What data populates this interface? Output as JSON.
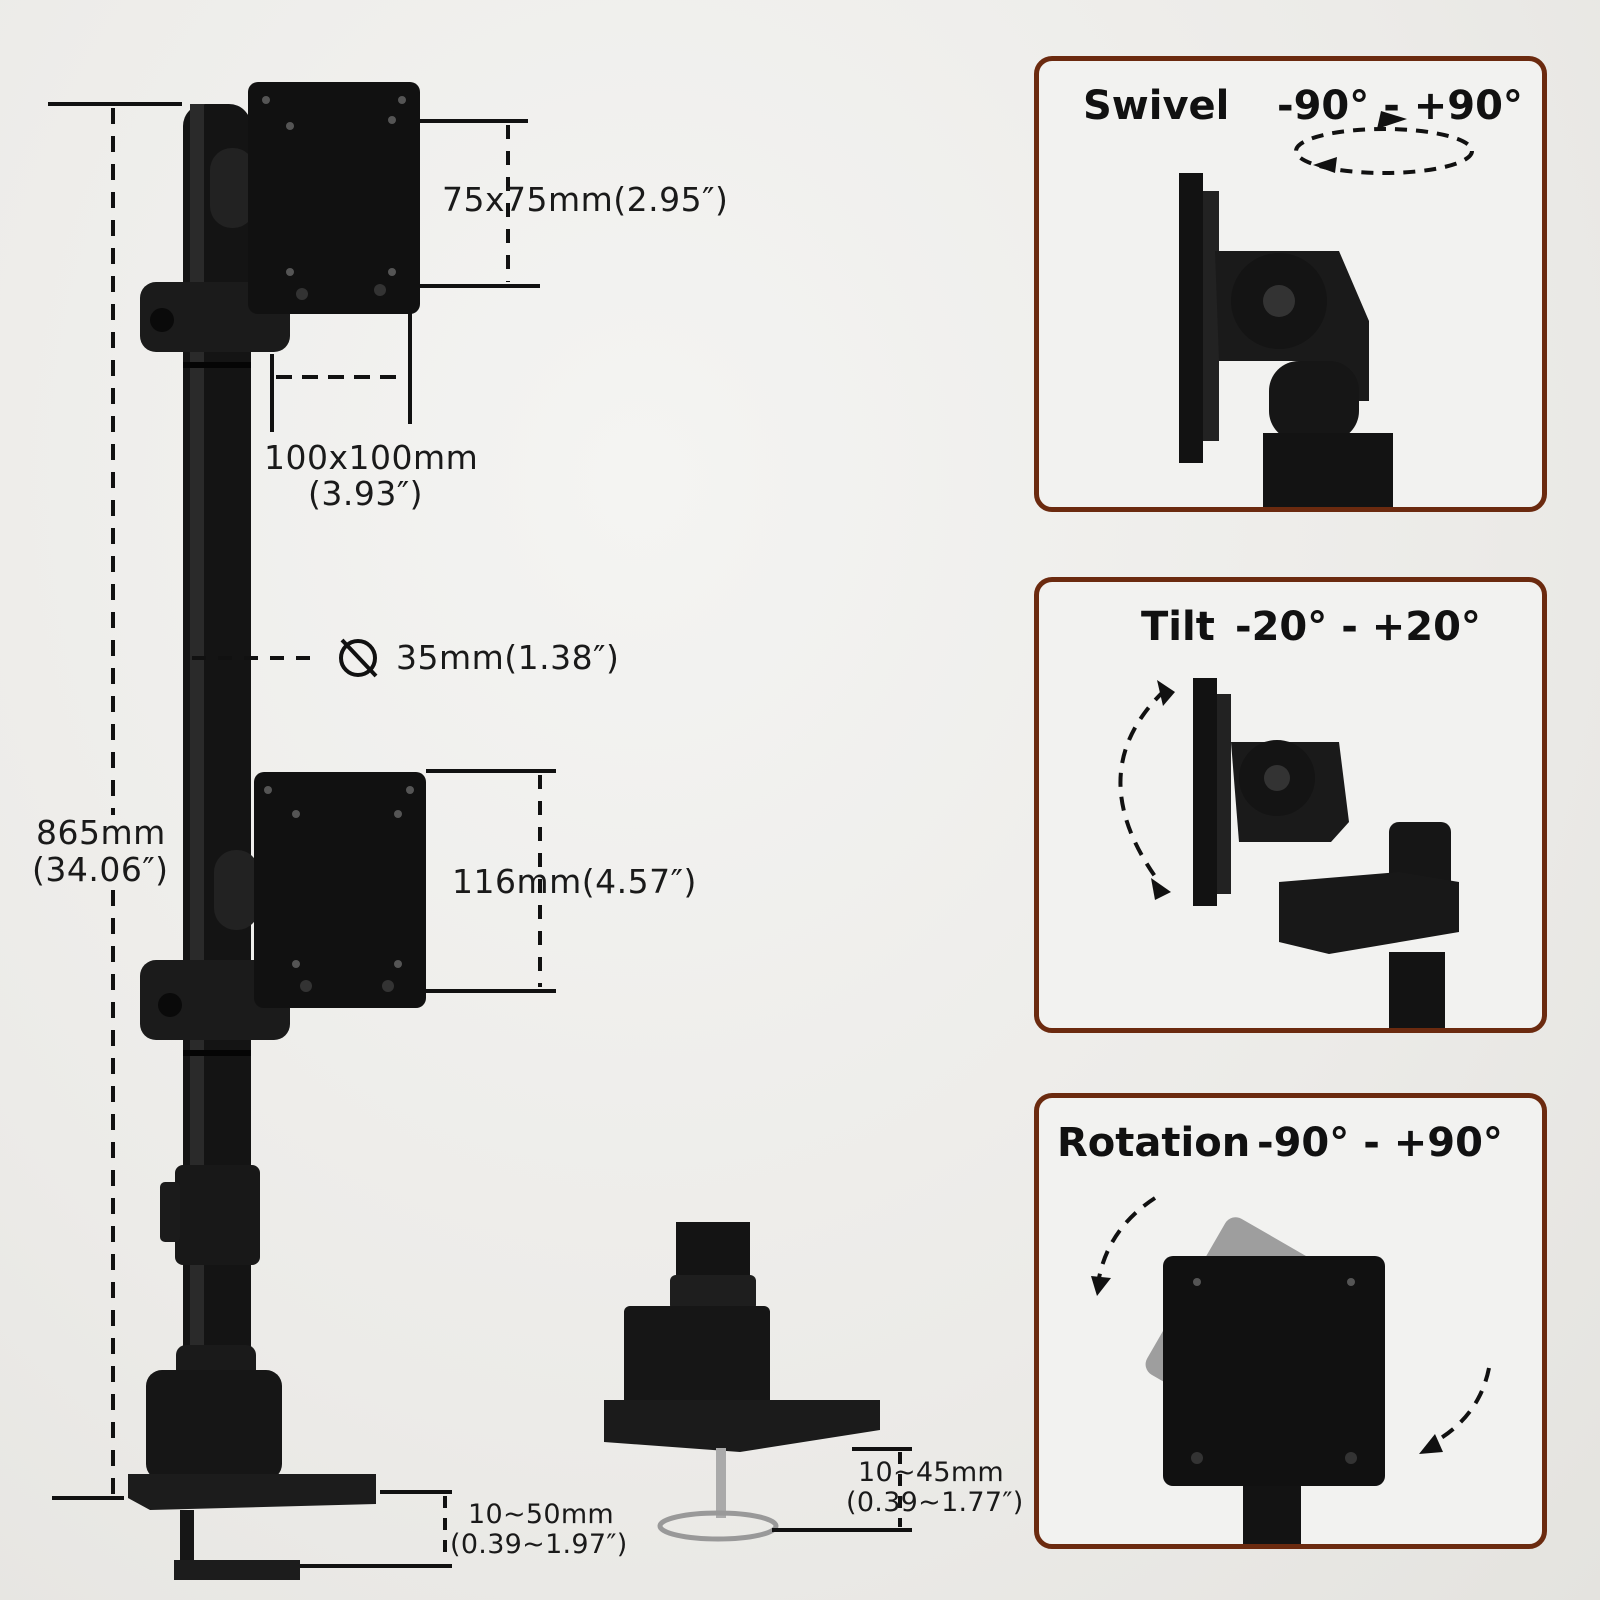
{
  "dimensions": {
    "total_height": "865mm",
    "total_height_in": "(34.06″)",
    "vesa_small": "75x75mm(2.95″)",
    "vesa_large_mm": "100x100mm",
    "vesa_large_in": "(3.93″)",
    "pole_diameter": "35mm(1.38″)",
    "plate_height": "116mm(4.57″)",
    "clamp_range_mm": "10~50mm",
    "clamp_range_in": "(0.39~1.97″)",
    "grommet_range_mm": "10~45mm",
    "grommet_range_in": "(0.39~1.77″)"
  },
  "panels": [
    {
      "name": "Swivel",
      "range": "-90° - +90°"
    },
    {
      "name": "Tilt",
      "range": "-20° - +20°"
    },
    {
      "name": "Rotation",
      "range": "-90° - +90°"
    }
  ],
  "colors": {
    "panel_border": "#6b2a0f",
    "product": "#151515"
  }
}
